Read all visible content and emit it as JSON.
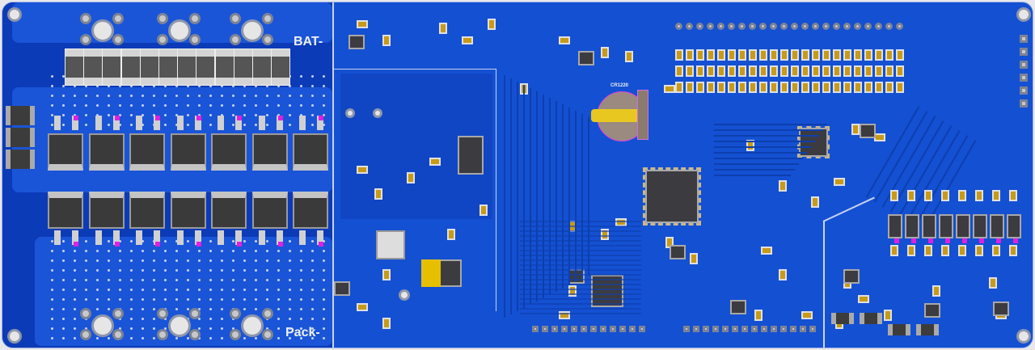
{
  "board": {
    "bat_label": "BAT-",
    "pack_label": "Pack-",
    "coin_cell_label": "CR1220"
  },
  "colors": {
    "board": "#1450d2",
    "power_plane": "#0c3bb8",
    "component_body": "#3a3a3a",
    "pad": "#d0d0d0",
    "test_point": "#e020e0",
    "coin_cell": "#9a8a80",
    "coin_contact": "#e8c820"
  }
}
